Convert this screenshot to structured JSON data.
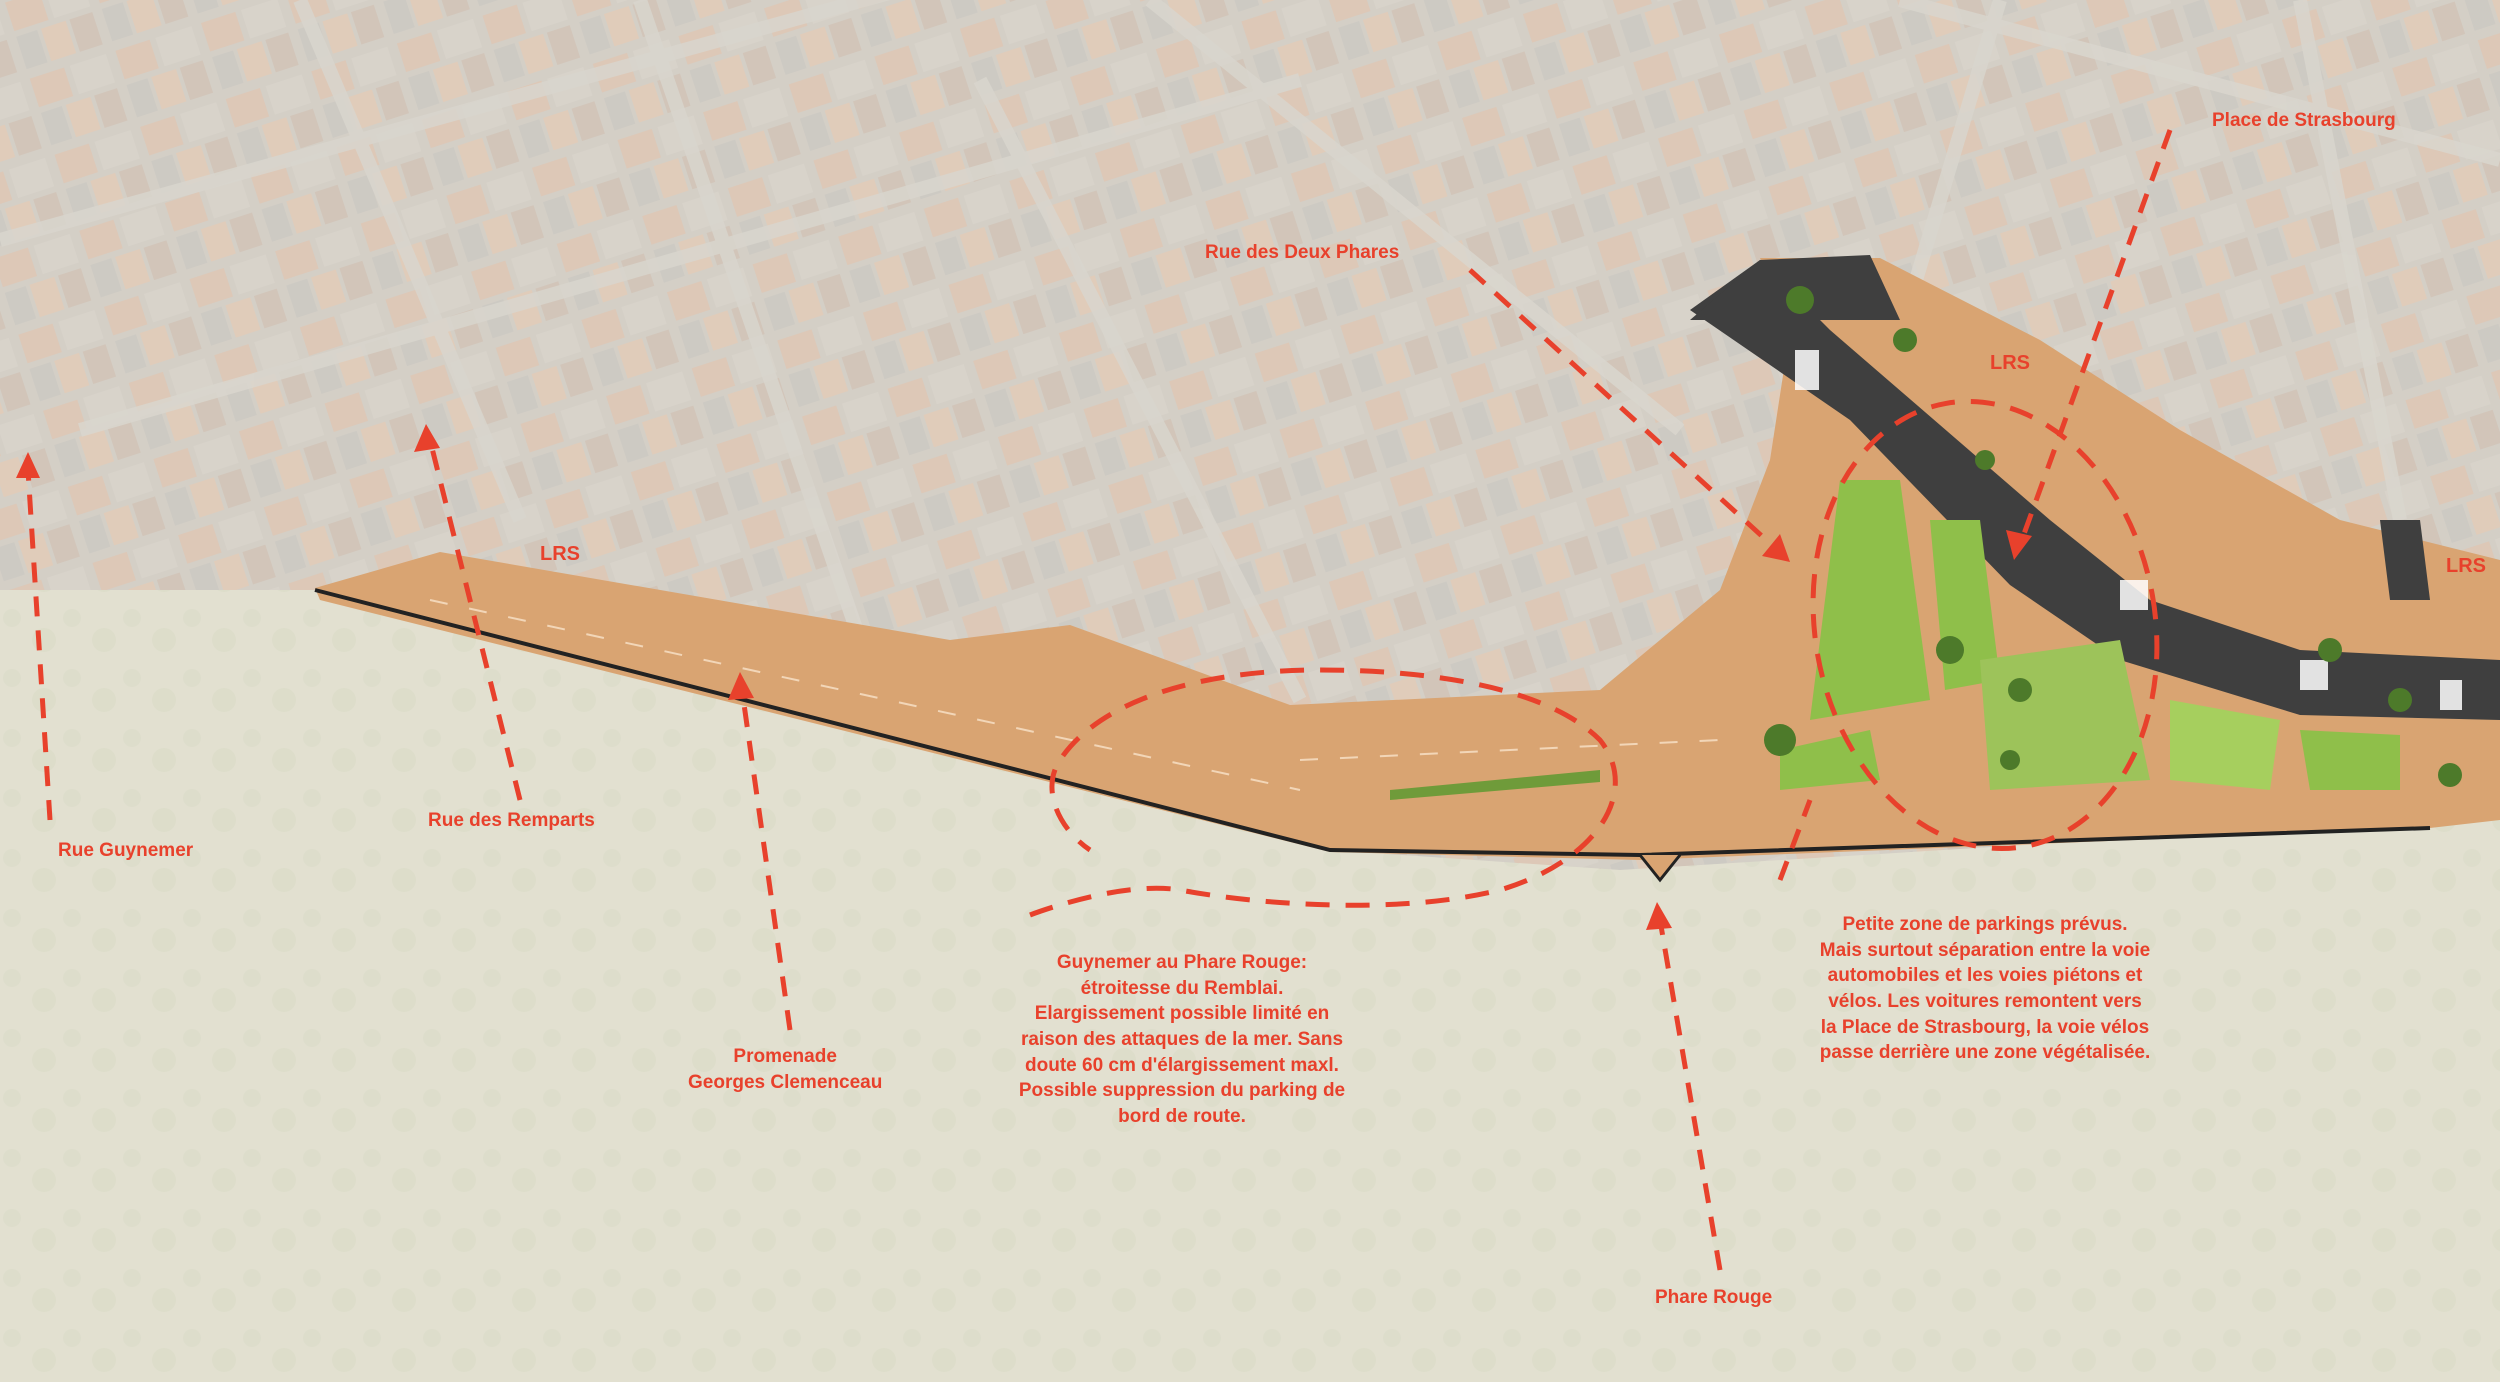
{
  "labels": {
    "rue_guynemer": "Rue Guynemer",
    "rue_des_remparts": "Rue des Remparts",
    "promenade": [
      "Promenade",
      "Georges Clemenceau"
    ],
    "rue_des_deux_phares": "Rue des Deux Phares",
    "place_de_strasbourg": "Place de Strasbourg",
    "phare_rouge": "Phare Rouge",
    "lrs": "LRS"
  },
  "annotations": {
    "guynemer_phare_rouge": [
      "Guynemer au Phare Rouge:",
      "étroitesse du Remblai.",
      "Elargissement possible limité en",
      "raison des attaques de la mer. Sans",
      "doute 60 cm d'élargissement maxl.",
      "Possible suppression du parking de",
      "bord de route."
    ],
    "parking_zone": [
      "Petite zone de parkings prévus.",
      "Mais surtout séparation entre la voie",
      "automobiles et les voies piétons et",
      "vélos. Les voitures remontent vers",
      "la Place de Strasbourg, la voie vélos",
      "passe derrière une zone végétalisée."
    ]
  },
  "colors": {
    "annotation_red": "#e8412c",
    "promenade_orange": "#d9a472",
    "road_dark": "#3f3f3f",
    "green_space": "#8fbf4a",
    "beach": "#ded9c8",
    "city": "#cbc6bc"
  }
}
